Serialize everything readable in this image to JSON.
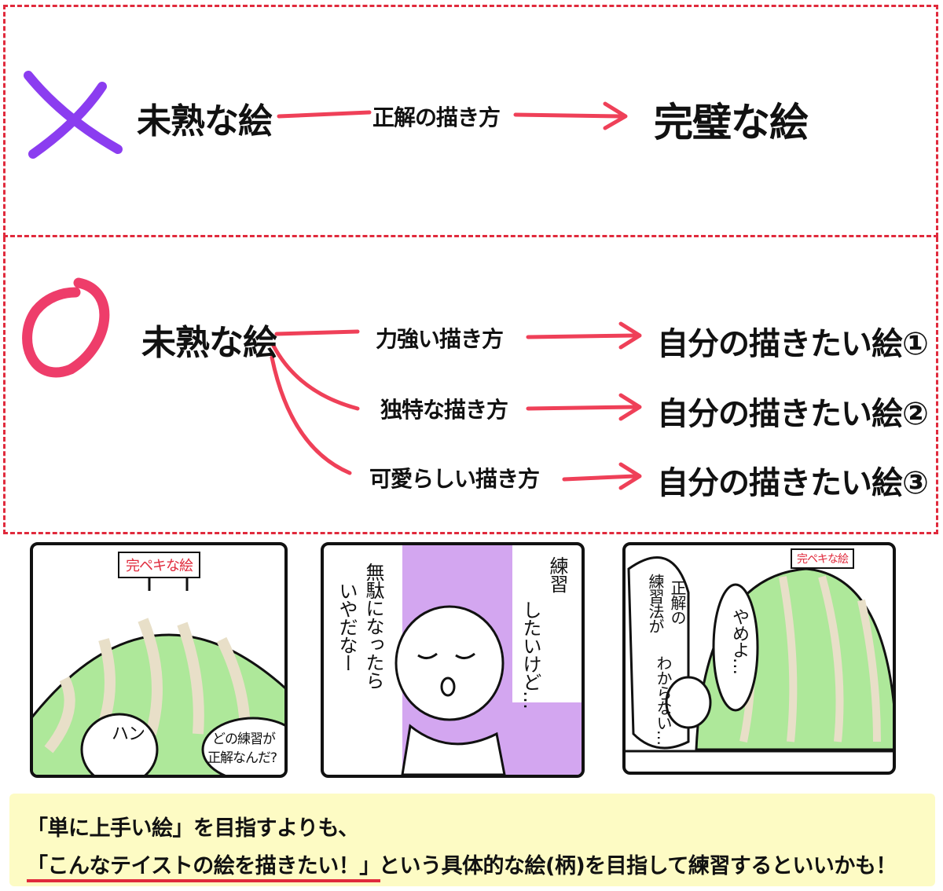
{
  "top": {
    "wrong_mark": "×",
    "start": "未熟な絵",
    "method": "正解の描き方",
    "result": "完璧な絵"
  },
  "bottom": {
    "right_mark": "○",
    "start": "未熟な絵",
    "routes": [
      {
        "method": "力強い描き方",
        "result": "自分の描きたい絵①"
      },
      {
        "method": "独特な描き方",
        "result": "自分の描きたい絵②"
      },
      {
        "method": "可愛らしい描き方",
        "result": "自分の描きたい絵③"
      }
    ]
  },
  "comics": {
    "panel1": {
      "sign": "完ペキな絵",
      "sfx": "ハン",
      "speech": [
        "どの練習が",
        "正解なんだ?"
      ]
    },
    "panel2": {
      "thought_1": [
        "練習",
        "したいけど…"
      ],
      "thought_2": [
        "無駄になったら",
        "いやだなー"
      ]
    },
    "panel3": {
      "sign": "完ペキな絵",
      "speech_1": [
        "正解の",
        "練習法が",
        "わからない…"
      ],
      "speech_2": "やめよ…"
    }
  },
  "caption": {
    "line1": "「単に上手い絵」を目指すよりも、",
    "line2_emph": "「こんなテイストの絵を描きたい！」",
    "line2_rest": "という具体的な絵(柄)を目指して練習するといいかも！"
  },
  "colors": {
    "accent": "#e02a3c",
    "arrow": "#ef4058",
    "wrong": "#8b3df0",
    "right": "#ee3d6a",
    "hill": "#aee89a",
    "purple": "#d3a6f0",
    "caption_bg": "#fdfbc4"
  }
}
